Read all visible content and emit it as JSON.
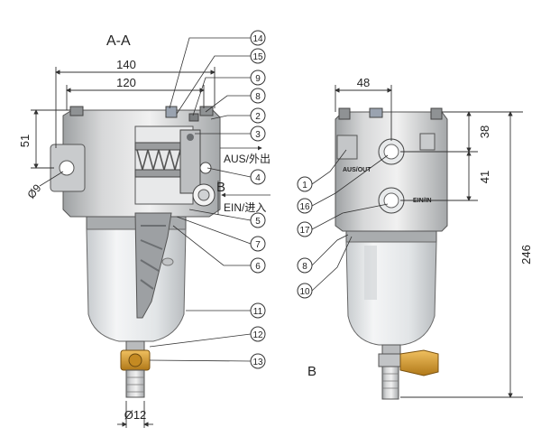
{
  "views": {
    "left_title": "A-A",
    "right_title": "B",
    "section_marker": "B"
  },
  "dimensions": {
    "width_140": "140",
    "width_120": "120",
    "height_51": "51",
    "dia_9": "Ø9",
    "dia_12": "Ø12",
    "width_48": "48",
    "height_38": "38",
    "height_41": "41",
    "height_246": "246"
  },
  "ports": {
    "out_label": "AUS/外出",
    "in_label": "EIN/进入",
    "out_body_text": "AUS/OUT",
    "in_body_text": "EIN/IN"
  },
  "part_numbers": {
    "left": [
      "14",
      "15",
      "9",
      "8",
      "2",
      "3",
      "4",
      "5",
      "7",
      "6",
      "11",
      "12",
      "13"
    ],
    "right": [
      "1",
      "16",
      "17",
      "8",
      "10"
    ]
  },
  "colors": {
    "metal_light": "#d9dadb",
    "metal_mid": "#b7b9bb",
    "metal_dark": "#8f9294",
    "spring": "#6b6b6b",
    "brass": "#d39a2c",
    "bowl": "#e9ecee"
  }
}
